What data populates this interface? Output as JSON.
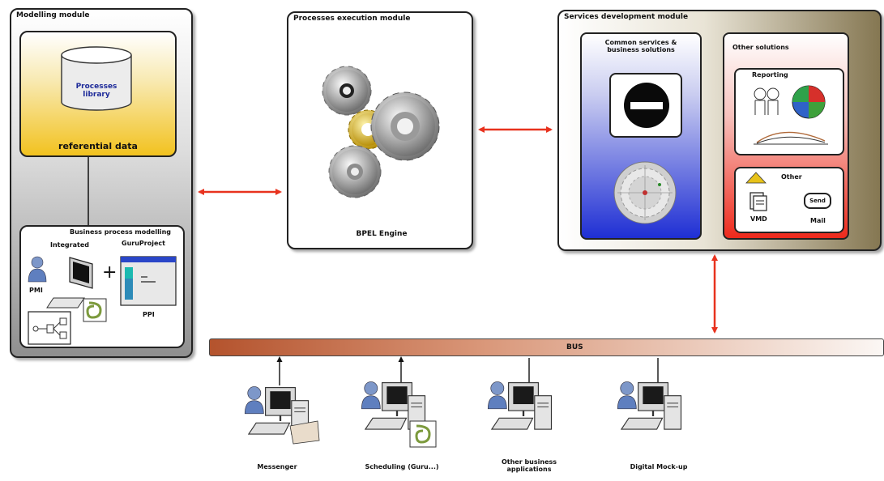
{
  "modelling": {
    "title": "Modelling module",
    "library_label": "Processes library",
    "referential_label": "referential data",
    "business_title": "Business process modelling",
    "integrated_label": "Integrated",
    "genproject_label": "GuruProject",
    "ppi_label": "PPI",
    "plus_sign": "+",
    "user_label": "PMI"
  },
  "processes": {
    "title": "Processes execution module",
    "engine_label": "BPEL Engine"
  },
  "services": {
    "title": "Services development module",
    "panel_left_title": "Common services & business solutions",
    "panel_right_title": "Other solutions",
    "reporting_label": "Reporting",
    "other_label": "Other",
    "vmd_label": "VMD",
    "mail_label": "Mail",
    "mail_button": "Send"
  },
  "bus": {
    "label": "BUS"
  },
  "clients": [
    {
      "label": "Messenger"
    },
    {
      "label": "Scheduling (Guru...)"
    },
    {
      "label": "Other business applications"
    },
    {
      "label": "Digital Mock-up"
    }
  ],
  "colors": {
    "arrow": "#e8321e",
    "bus_start": "#b4532d",
    "bus_end": "#fbf6f2",
    "library_fill": "#f4c52b",
    "engine_blue": "#2533d6",
    "reporting_red": "#ef2a1f",
    "services_bg": "#8c7f58"
  }
}
